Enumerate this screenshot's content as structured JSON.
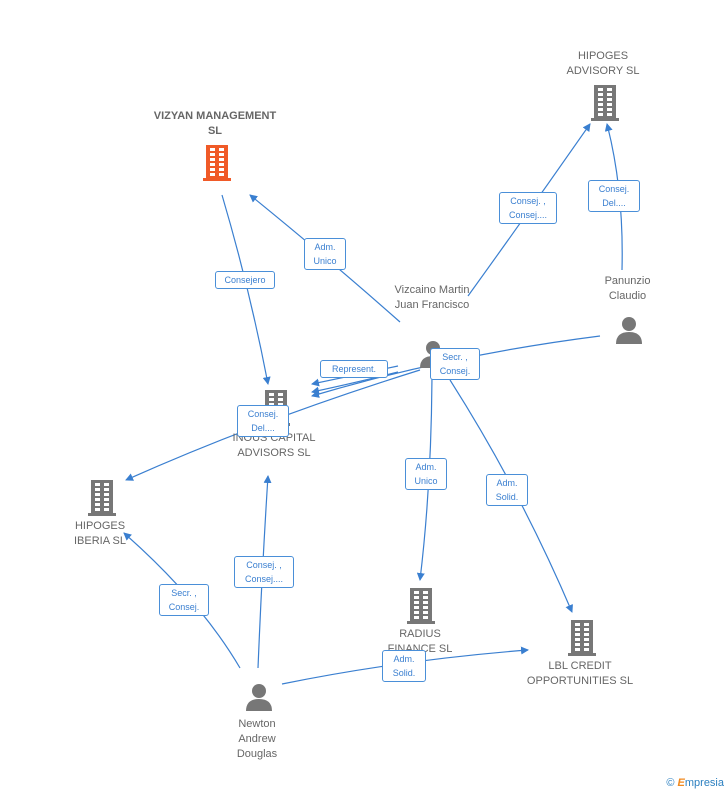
{
  "nodes": {
    "vizyan": {
      "name": "VIZYAN MANAGEMENT SL",
      "type": "company",
      "highlight": true
    },
    "hipoges_advisory": {
      "name": "HIPOGES ADVISORY SL",
      "type": "company"
    },
    "vizcaino": {
      "name": "Vizcaino Martin Juan Francisco",
      "type": "person"
    },
    "panunzio": {
      "name": "Panunzio Claudio",
      "type": "person"
    },
    "inous": {
      "name": "INOUS CAPITAL ADVISORS SL",
      "type": "company"
    },
    "hipoges_iberia": {
      "name": "HIPOGES IBERIA SL",
      "type": "company"
    },
    "radius": {
      "name": "RADIUS FINANCE SL",
      "type": "company"
    },
    "lbl": {
      "name": "LBL CREDIT OPPORTUNITIES SL",
      "type": "company"
    },
    "newton": {
      "name": "Newton Andrew Douglas",
      "type": "person"
    }
  },
  "edges": [
    {
      "from": "vizcaino",
      "to": "vizyan",
      "label": "Adm. Unico"
    },
    {
      "from": "vizyan",
      "to": "inous",
      "label": "Consejero"
    },
    {
      "from": "vizcaino",
      "to": "hipoges_advisory",
      "label": "Consej. , Consej...."
    },
    {
      "from": "panunzio",
      "to": "hipoges_advisory",
      "label": "Consej. Del...."
    },
    {
      "from": "vizcaino",
      "to": "inous",
      "label": "Represent."
    },
    {
      "from": "panunzio",
      "to": "inous",
      "label": "Secr. , Consej."
    },
    {
      "from": "vizcaino",
      "to": "hipoges_iberia",
      "label": "Consej. Del...."
    },
    {
      "from": "vizcaino",
      "to": "radius",
      "label": "Adm. Unico"
    },
    {
      "from": "vizcaino",
      "to": "lbl",
      "label": "Adm. Solid."
    },
    {
      "from": "newton",
      "to": "inous",
      "label": "Consej. , Consej...."
    },
    {
      "from": "newton",
      "to": "hipoges_iberia",
      "label": "Secr. , Consej."
    },
    {
      "from": "newton",
      "to": "lbl",
      "label": "Adm. Solid."
    }
  ],
  "colors": {
    "edge": "#3a7fd0",
    "highlight": "#f05a28",
    "icon": "#777777"
  },
  "footer": {
    "copyright": "©",
    "brand_e": "E",
    "brand_rest": "mpresia"
  }
}
